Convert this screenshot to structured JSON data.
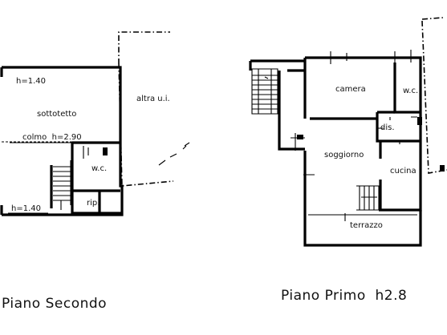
{
  "plan_left": {
    "caption": "Piano Secondo",
    "rooms": {
      "height_top": "h=1.40",
      "attic": "sottotetto",
      "ridge_height": "colmo  h=2.90",
      "bathroom": "w.c.",
      "storage": "rip.",
      "height_bottom": "h=1.40",
      "other_unit": "altra u.i."
    }
  },
  "plan_right": {
    "caption": "Piano Primo  h2.8",
    "rooms": {
      "bedroom": "camera",
      "bathroom": "w.c.",
      "hallway": "dis.",
      "living_room": "soggiorno",
      "kitchen": "cucina",
      "terrace": "terrazzo"
    }
  }
}
